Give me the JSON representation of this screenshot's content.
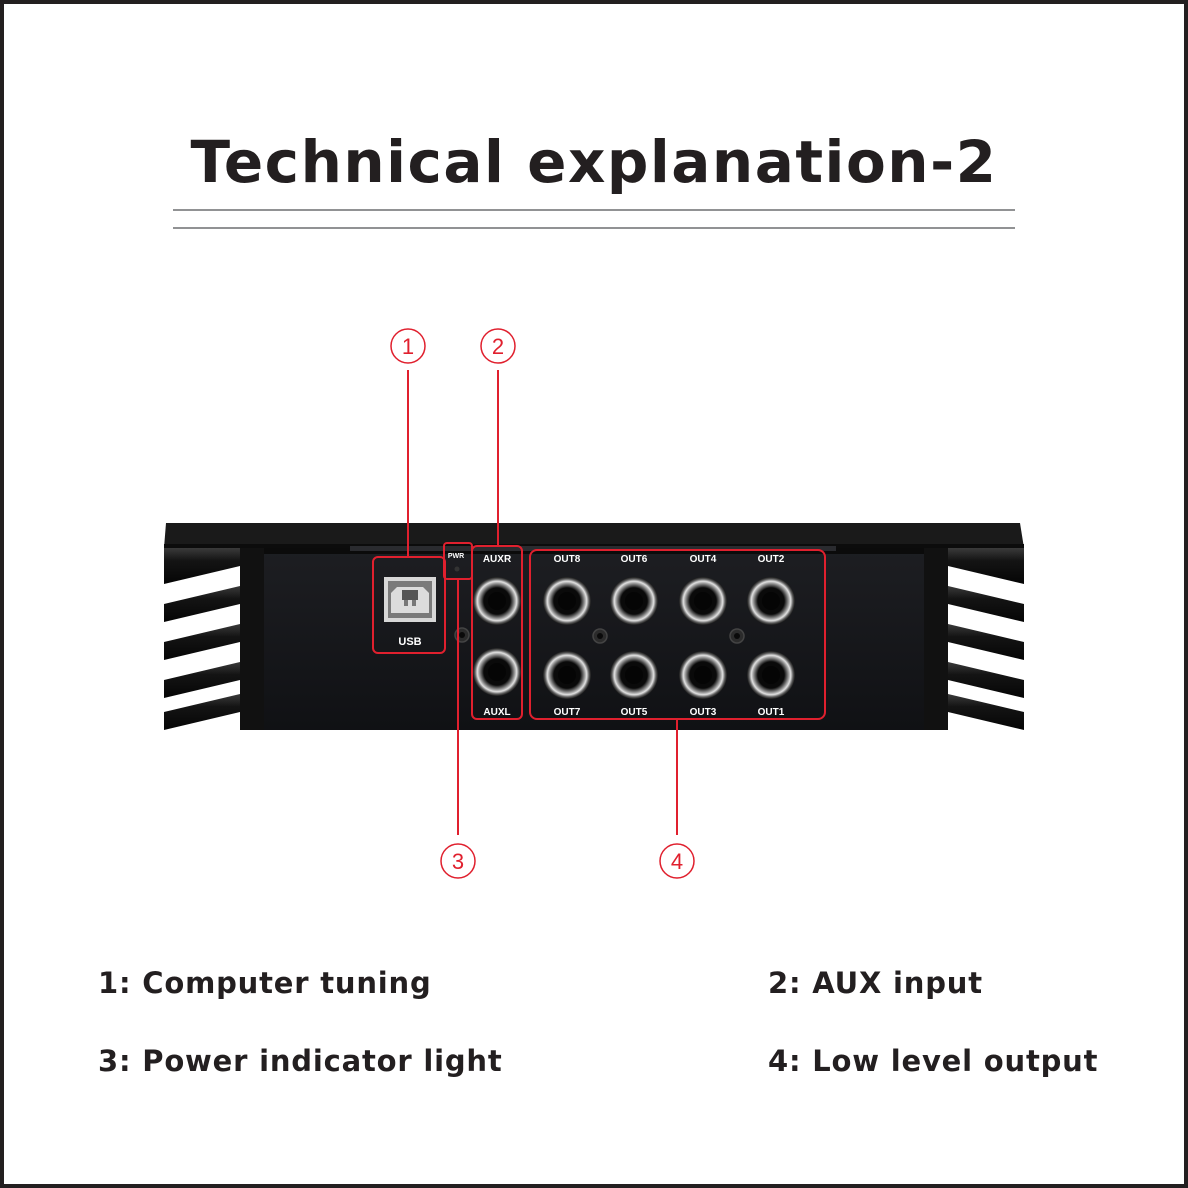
{
  "title": "Technical explanation-2",
  "colors": {
    "frame": "#231f20",
    "callout": "#e0202e",
    "device_body": "#141414",
    "text": "#231f20"
  },
  "callouts": [
    {
      "number": "1",
      "symbol": "①"
    },
    {
      "number": "2",
      "symbol": "②"
    },
    {
      "number": "3",
      "symbol": "③"
    },
    {
      "number": "4",
      "symbol": "④"
    }
  ],
  "device": {
    "usb_label": "USB",
    "pwr_label": "PWR",
    "aux_top_label": "AUXR",
    "aux_bottom_label": "AUXL",
    "out_top_labels": [
      "OUT8",
      "OUT6",
      "OUT4",
      "OUT2"
    ],
    "out_bottom_labels": [
      "OUT7",
      "OUT5",
      "OUT3",
      "OUT1"
    ]
  },
  "legend": [
    {
      "text": "1:  Computer tuning"
    },
    {
      "text": "2:  AUX input"
    },
    {
      "text": "3:  Power indicator light"
    },
    {
      "text": "4:  Low level output"
    }
  ]
}
